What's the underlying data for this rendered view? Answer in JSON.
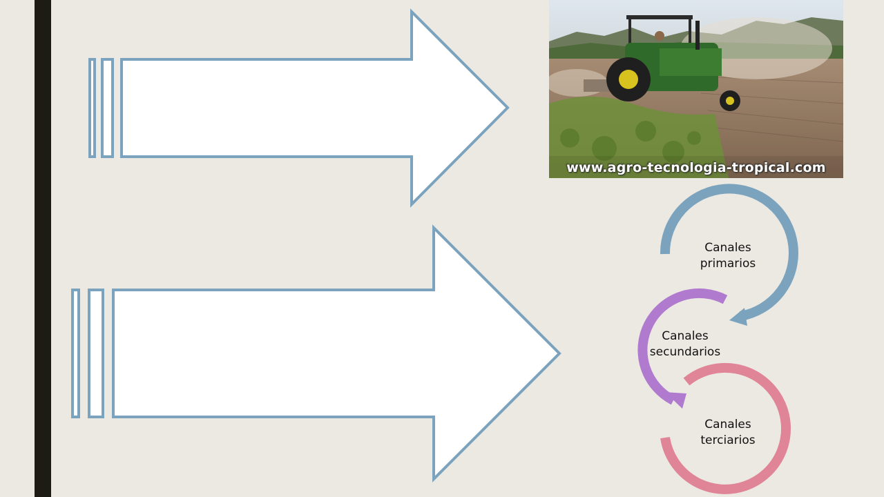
{
  "colors": {
    "background": "#ece9e2",
    "side_bar": "#1c1c14",
    "arrow_stroke": "#7ba3be",
    "arrow_fill": "#ffffff",
    "cycle_primary": "#7ba3be",
    "cycle_secondary": "#b07bcf",
    "cycle_tertiary": "#e08497"
  },
  "photo": {
    "watermark": "www.agro-tecnologia-tropical.com"
  },
  "cycle": {
    "items": [
      {
        "line1": "Canales",
        "line2": "primarios"
      },
      {
        "line1": "Canales",
        "line2": "secundarios"
      },
      {
        "line1": "Canales",
        "line2": "terciarios"
      }
    ]
  }
}
